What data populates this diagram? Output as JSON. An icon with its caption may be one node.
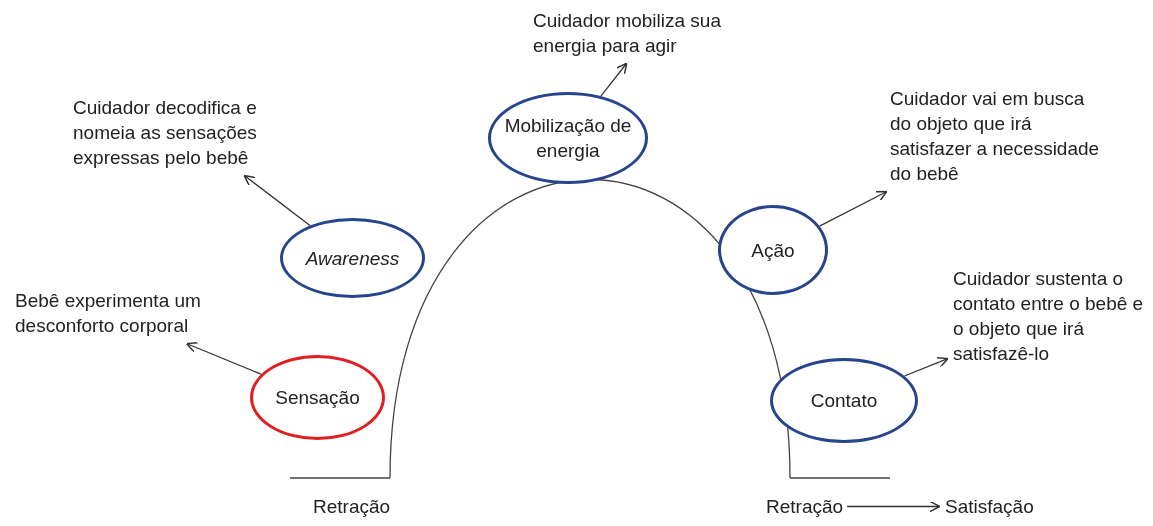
{
  "diagram": {
    "nodes": [
      {
        "text": [
          "Cuidador mobiliza sua energia para agir"
        ]
      },
      {
        "text": [
          "Cuidador decodifica e nomeia as sensações expressas pelo bebê"
        ]
      },
      {
        "text": [
          "Mobilização de energia"
        ]
      },
      {
        "text": [
          "Cuidador vai em busca do objeto que irá satisfazer a necessidade do bebê"
        ]
      },
      {
        "text": [
          "Awareness"
        ]
      },
      {
        "text": [
          "Ação"
        ]
      },
      {
        "text": [
          "Cuidador sustenta o contato entre o bebê e o objeto que irá satisfazê-lo"
        ]
      },
      {
        "text": [
          "Bebê experimenta um desconforto corporal"
        ]
      },
      {
        "text": [
          "Sensação"
        ]
      },
      {
        "text": [
          "Contato"
        ]
      },
      {
        "text": [
          "Retração"
        ]
      },
      {
        "text": [
          "Satisfação"
        ]
      }
    ],
    "edges": [
      {
        "from": 2,
        "to": 0,
        "arrow": "to"
      },
      {
        "from": 4,
        "to": 1,
        "arrow": "to"
      },
      {
        "from": 5,
        "to": 3,
        "arrow": "to"
      },
      {
        "from": 8,
        "to": 7,
        "arrow": "to"
      },
      {
        "from": 9,
        "to": 6,
        "arrow": "to"
      },
      {
        "from": 10,
        "to": 11,
        "arrow": "to"
      }
    ],
    "labels": [
      "Retração"
    ]
  }
}
